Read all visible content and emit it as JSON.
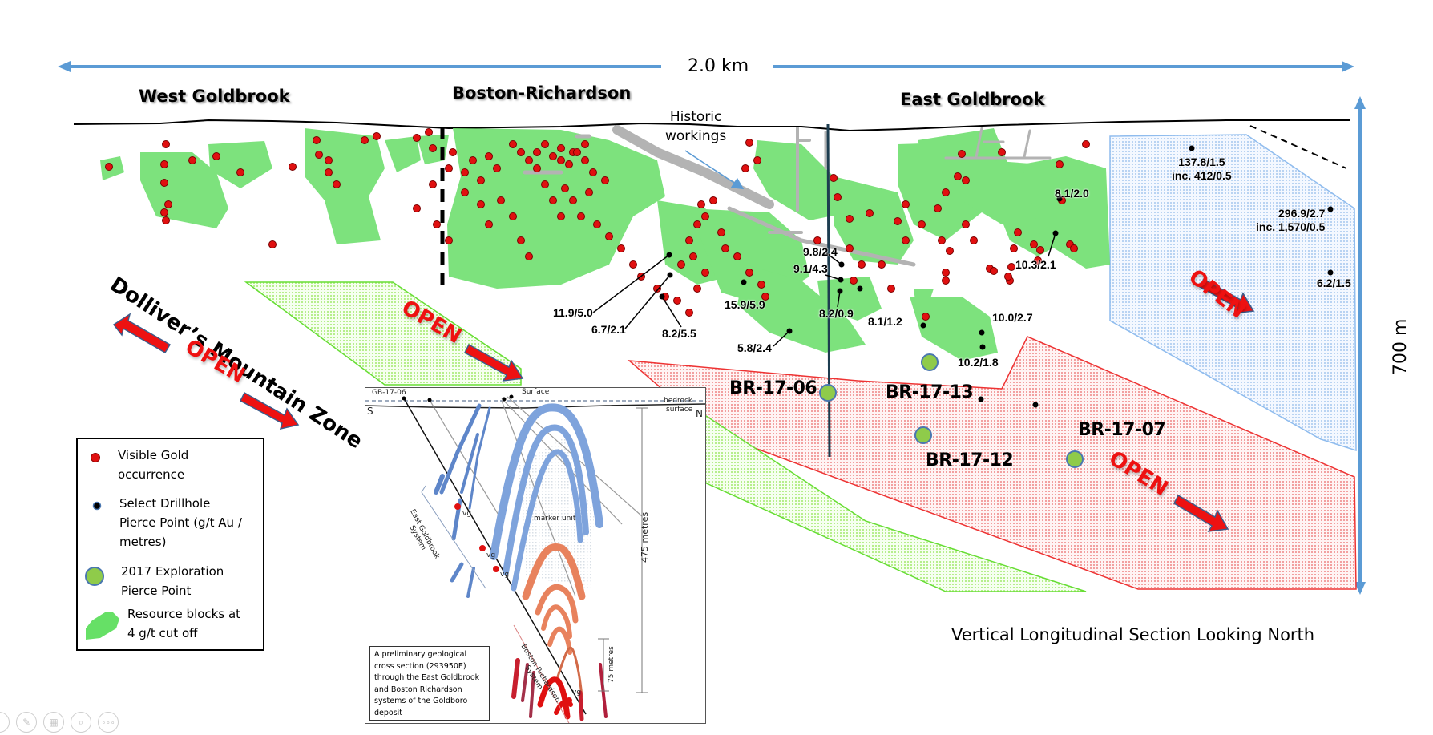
{
  "scale_bar": {
    "horizontal_label": "2.0 km",
    "vertical_label": "700 m"
  },
  "zones": {
    "west": "West Goldbrook",
    "central": "Boston-Richardson",
    "east": "East Goldbrook",
    "dolliver": "Dolliver’s Mountain Zone"
  },
  "historic_workings": {
    "line1": "Historic",
    "line2": "workings"
  },
  "open_labels": [
    "OPEN",
    "OPEN",
    "OPEN",
    "OPEN"
  ],
  "assays": [
    {
      "text": "11.9/5.0"
    },
    {
      "text": "6.7/2.1"
    },
    {
      "text": "8.2/5.5"
    },
    {
      "text": "15.9/5.9"
    },
    {
      "text": "5.8/2.4"
    },
    {
      "text": "9.8/2.4"
    },
    {
      "text": "9.1/4.3"
    },
    {
      "text": "8.2/0.9"
    },
    {
      "text": "8.1/1.2"
    },
    {
      "text": "10.0/2.7"
    },
    {
      "text": "10.2/1.8"
    },
    {
      "text": "8.1/2.0"
    },
    {
      "text": "10.3/2.1"
    },
    {
      "text": "137.8/1.5",
      "sub": "inc. 412/0.5"
    },
    {
      "text": "296.9/2.7",
      "sub": "inc. 1,570/0.5"
    },
    {
      "text": "6.2/1.5"
    }
  ],
  "drillholes_2017": [
    "BR-17-06",
    "BR-17-13",
    "BR-17-12",
    "BR-17-07"
  ],
  "legend": {
    "items": [
      {
        "icon": "red-dot-icon",
        "label_line1": "Visible Gold",
        "label_line2": "occurrence"
      },
      {
        "icon": "black-dot-icon",
        "label_line1": "Select Drillhole",
        "label_line2": "Pierce Point (g/t Au /",
        "label_line3": "metres)"
      },
      {
        "icon": "green-circle-icon",
        "label_line1": "2017 Exploration",
        "label_line2": "Pierce Point"
      },
      {
        "icon": "green-polygon-icon",
        "label_line1": "Resource blocks at",
        "label_line2": "4 g/t cut off"
      }
    ],
    "colors": {
      "visible_gold": "#e01010",
      "drillhole": "#000000",
      "exploration": "#8fcb4a",
      "resource": "#6ee06e"
    }
  },
  "inset": {
    "hole": "GB-17-06",
    "surface": "Surface",
    "bedrock": "bedrock",
    "bedrock2": "surface",
    "south": "S",
    "north": "N",
    "marker": "marker unit",
    "vg": "vg",
    "east_system_1": "East Goldbrook",
    "east_system_2": "System",
    "br_system_1": "Boston Richardson",
    "br_system_2": "System",
    "depth_475": "475 metres",
    "depth_75": "75 metres",
    "caption": "A preliminary geological cross section (293950E) through the East Goldbrook and Boston Richardson systems of the Goldboro deposit"
  },
  "caption": "Vertical Longitudinal Section Looking North",
  "toolbar": {
    "buttons": [
      {
        "icon": "arrow-icon",
        "glyph": ""
      },
      {
        "icon": "pen-icon",
        "glyph": "✎"
      },
      {
        "icon": "slides-icon",
        "glyph": "▦"
      },
      {
        "icon": "zoom-icon",
        "glyph": "⌕"
      },
      {
        "icon": "more-icon",
        "glyph": "∘∘∘"
      }
    ]
  }
}
